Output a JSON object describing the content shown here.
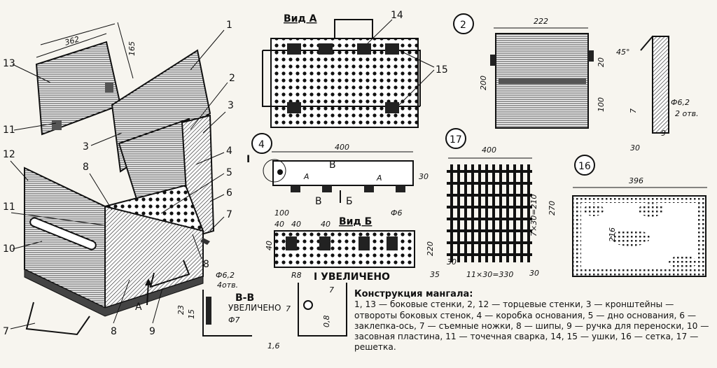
{
  "callouts": {
    "c1": "1",
    "c2": "2",
    "c3": "3",
    "c4": "4",
    "c5": "5",
    "c6": "6",
    "c7": "7",
    "c8": "8",
    "c9": "9",
    "c10": "10",
    "c11": "11",
    "c12": "12",
    "c13": "13",
    "c14": "14",
    "c15": "15",
    "arrow_a": "А"
  },
  "parts": {
    "p2": "2",
    "p4": "4",
    "p16": "16",
    "p17": "17"
  },
  "views": {
    "view_a": "Вид А",
    "view_b": "Вид Б",
    "view_b_arrow": "Б",
    "section_b": "В",
    "label_a": "А",
    "detail_i": "I",
    "detail_i_title": "I УВЕЛИЧЕНО",
    "section_vv": "В-В",
    "enlarged": "УВЕЛИЧЕНО"
  },
  "dimensions": {
    "iso_width": "362",
    "iso_height": "165",
    "axle_length": "400",
    "axle_height": "30",
    "vb_100": "100",
    "vb_40": "40",
    "vb_phi6": "Ф6",
    "vb_220": "220",
    "vv_phi62": "Ф6,2",
    "vv_holes": "4отв.",
    "vv_phi7": "Ф7",
    "vv_23": "23",
    "vv_15": "15",
    "vv_16": "1,6",
    "di_r8": "R8",
    "di_7": "7",
    "di_08": "0,8",
    "p2_width": "222",
    "p2_height": "200",
    "p2_20": "20",
    "p2_100": "100",
    "p2_angle": "45°",
    "p2_phi62": "Ф6,2",
    "p2_holes": "2 отв.",
    "p2_7": "7",
    "p2_9": "9",
    "p2_30": "30",
    "g_400": "400",
    "g_270": "270",
    "g_7x30": "7×30=210",
    "g_30": "30",
    "g_35": "35",
    "g_11x30": "11×30=330",
    "m_396": "396",
    "m_216": "216"
  },
  "caption": {
    "title": "Конструкция мангала:",
    "body": "1, 13 — боковые стенки, 2, 12 — торцевые стенки, 3 — кронштейны — отвороты боковых стенок, 4 — коробка основания, 5 — дно основания, 6 — заклепка-ось, 7 — съемные ножки, 8 — шипы, 9 — ручка для переноски, 10 — засовная пластина, 11 — точечная сварка, 14, 15 — ушки, 16 — сетка, 17 — решетка."
  }
}
